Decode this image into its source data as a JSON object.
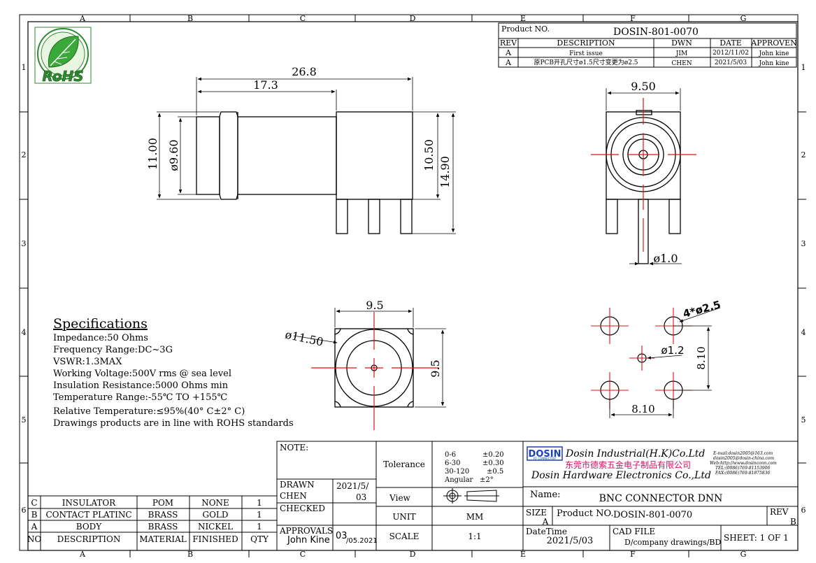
{
  "zones": {
    "columns": [
      "A",
      "B",
      "C",
      "D",
      "E",
      "F",
      "G"
    ],
    "rows": [
      "1",
      "2",
      "3",
      "4",
      "5",
      "6"
    ]
  },
  "logo": {
    "text": "RoHS",
    "icon": "rohs-leaf-icon"
  },
  "title_block_top": {
    "product_no_label": "Product NO.",
    "product_no": "DOSIN-801-0070",
    "headers": [
      "REV",
      "DESCRIPTION",
      "DWN",
      "DATE",
      "APPROVEN"
    ],
    "revisions": [
      {
        "rev": "A",
        "description": "First issue",
        "dwn": "JIM",
        "date": "2012/11/02",
        "approven": "John kine"
      },
      {
        "rev": "A",
        "description": "原PCB开孔尺寸ø1.5尺寸变更为ø2.5",
        "dwn": "CHEN",
        "date": "2021/5/03",
        "approven": "John kine"
      }
    ]
  },
  "dimensions": {
    "side": {
      "overall": "26.8",
      "to_body": "17.3",
      "h_outer": "11.00",
      "dia": "ø9.60",
      "h_body": "10.50",
      "h_total": "14.90"
    },
    "front": {
      "width": "9.50",
      "pin": "ø1.0"
    },
    "bottom": {
      "width": "9.5",
      "height": "9.5",
      "dia": "ø11.50"
    },
    "pcb": {
      "holes": "4*ø2.5",
      "center": "ø1.2",
      "v_pitch": "8.10",
      "h_pitch": "8.10"
    }
  },
  "specifications": {
    "title": "Specifications",
    "lines": [
      "Impedance:50 Ohms",
      "Frequency Range:DC~3G",
      "VSWR:1.3MAX",
      "Working Voltage:500V rms @ sea level",
      "Insulation Resistance:5000 Ohms min",
      "Temperature Range:-55℃ TO +155℃",
      "Relative Temperature:≤95%(40° C±2° C)",
      "Drawings products are in line with ROHS standards"
    ]
  },
  "bom": {
    "rows": [
      {
        "no": "C",
        "description": "INSULATOR",
        "material": "POM",
        "finished": "NONE",
        "qty": "1"
      },
      {
        "no": "B",
        "description": "CONTACT PLATINC",
        "material": "BRASS",
        "finished": "GOLD",
        "qty": "1"
      },
      {
        "no": "A",
        "description": "BODY",
        "material": "BRASS",
        "finished": "NICKEL",
        "qty": "1"
      }
    ],
    "headers": {
      "no": "NO",
      "description": "DESCRIPTION",
      "material": "MATERIAL",
      "finished": "FINISHED",
      "qty": "QTY"
    }
  },
  "title_block": {
    "note_label": "NOTE:",
    "drawn_label": "DRAWN",
    "drawn_by": "CHEN",
    "drawn_date": "2021/5/",
    "drawn_date2": "03",
    "checked_label": "CHECKED",
    "approvals_label": "APPROVALS",
    "approvals_by": "John Kine",
    "approvals_date_a": "03",
    "approvals_date_b": "/05.2021",
    "tolerance_label": "Tolerance",
    "tolerance_lines": [
      {
        "range": "0-6",
        "tol": "±0.20"
      },
      {
        "range": "6-30",
        "tol": "±0.30"
      },
      {
        "range": "30-120",
        "tol": "±0.5"
      },
      {
        "range": "Angular",
        "tol": "±2°"
      }
    ],
    "view_label": "View",
    "unit_label": "UNIT",
    "unit": "MM",
    "scale_label": "SCALE",
    "scale": "1:1",
    "company_logo": "DOSIN",
    "company_logo_sub": "RF CONNECTOR",
    "company_en1": "Dosin Industrial(H.K)Co.Ltd",
    "company_cn": "东莞市德索五金电子制品有限公司",
    "company_en2": "Dosin Hardware Electronics Co.,Ltd",
    "contact": [
      "E-mail:dosin2005@163.com",
      "dosin2005@dosin-china.com",
      "Web:http://www.dosinconn.com",
      "TEL:(0086)769-81153906",
      "FAX:(0086)769-81875836"
    ],
    "name_label": "Name:",
    "name": "BNC CONNECTOR DNN",
    "size_label": "SIZE",
    "size": "A",
    "product_no_label": "Product NO.",
    "product_no": "DOSIN-801-0070",
    "rev_label": "REV",
    "rev": "B",
    "datetime_label": "DateTime",
    "datetime": "2021/5/03",
    "cad_label": "CAD FILE",
    "cad_file": "D/company drawings/BD",
    "sheet": "SHEET: 1 OF 1"
  },
  "colors": {
    "line": "#000000",
    "center": "#e01010",
    "dim": "#1a1a1a",
    "logo_green": "#2e8b2e",
    "dosin_blue": "#1a3fbf",
    "cn_text": "#d01060"
  }
}
